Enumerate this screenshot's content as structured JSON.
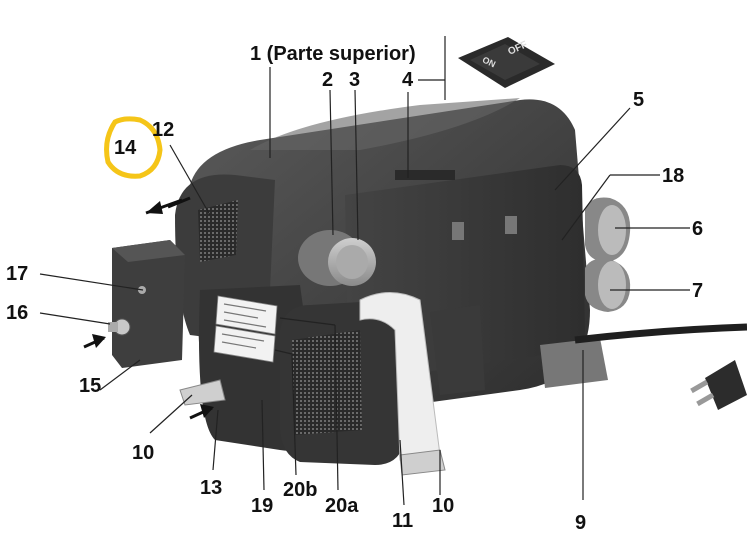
{
  "callouts": {
    "c1": "1 (Parte superior)",
    "c2": "2",
    "c3": "3",
    "c4": "4",
    "c5": "5",
    "c6": "6",
    "c7": "7",
    "c9": "9",
    "c10a": "10",
    "c10b": "10",
    "c11": "11",
    "c12": "12",
    "c13": "13",
    "c14": "14",
    "c15": "15",
    "c16": "16",
    "c17": "17",
    "c18": "18",
    "c19": "19",
    "c20a": "20a",
    "c20b": "20b"
  },
  "switch": {
    "off_label": "OFF",
    "on_label": "ON"
  },
  "colors": {
    "body_dark": "#3a3a3a",
    "body_mid": "#555555",
    "highlight": "#f5c518",
    "duct_white": "#e8e8e8"
  }
}
